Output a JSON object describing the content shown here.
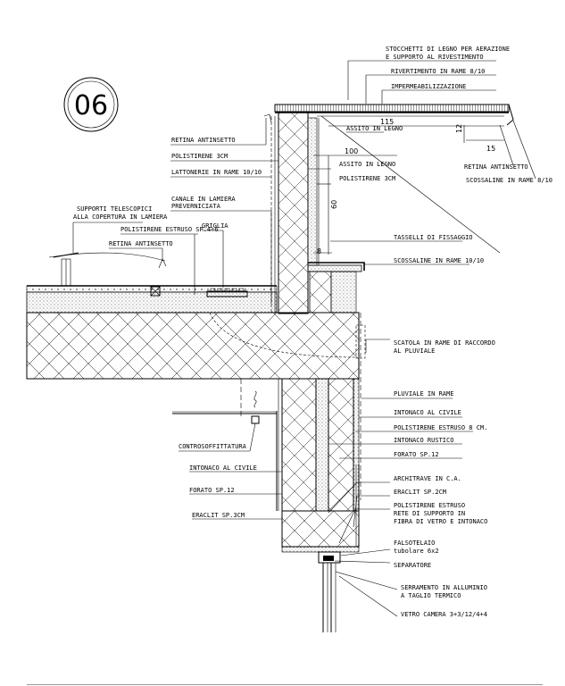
{
  "badge": "06",
  "labels": {
    "stocchetti": "STOCCHETTI DI LEGNO PER AERAZIONE",
    "stocchetti2": "E SUPPORTO AL RIVESTIMENTO",
    "rivestimento": "RIVERTIMENTO IN RAME 8/10",
    "impermeabilizzazione": "IMPERMEABILIZZAZIONE",
    "assito_top": "ASSITO IN LEGNO",
    "retina_top": "RETINA ANTINSETTO",
    "polistirene_3cm_left": "POLISTIRENE  3CM",
    "lattonerie": "LATTONERIE IN RAME 10/10",
    "retina_right": "RETINA ANTINSETTO",
    "scossaline_right": "SCOSSALINE IN RAME 8/10",
    "assito_mid": "ASSITO IN LEGNO",
    "polistirene_mid": "POLISTIRENE 3CM",
    "canale": "CANALE IN LAMIERA",
    "canale2": "PREVERNICIATA",
    "supporti": "SUPPORTI TELESCOPICI",
    "supporti2": "ALLA COPERTURA IN LAMIERA",
    "polistirene_estruso_roof": "POLISTIRENE ESTRUSO SP.4÷6",
    "griglia": "GRIGLIA",
    "retina_roof": "RETINA ANTINSETTO",
    "tasselli": "TASSELLI DI FISSAGGIO",
    "scossaline_10": "SCOSSALINE IN RAME 10/10",
    "scatola": "SCATOLA IN RAME DI RACCORDO",
    "scatola2": "AL PLUVIALE",
    "pluviale": "PLUVIALE IN RAME",
    "intonaco_civile_right": "INTONACO AL CIVILE",
    "polistirene_8": "POLISTIRENE ESTRUSO 8 CM.",
    "intonaco_rustico": "INTONACO RUSTICO",
    "forato_right": "FORATO SP.12",
    "architrave": "ARCHITRAVE IN C.A.",
    "eraclit_2": "ERACLIT SP.2CM",
    "polistirene_rete": "POLISTIRENE ESTRUSO",
    "polistirene_rete2": "RETE DI SUPPORTO IN",
    "polistirene_rete3": "FIBRA DI VETRO E INTONACO",
    "falsotelaio": "FALSOTELAIO",
    "falsotelaio2": "tubolare 6x2",
    "separatore": "SEPARATORE",
    "serramento": "SERRAMENTO IN ALLUMINIO",
    "serramento2": "A TAGLIO TERMICO",
    "vetro": "VETRO CAMERA 3+3/12/4+4",
    "controsoffittatura": "CONTROSOFFITTATURA",
    "intonaco_civile_left": "INTONACO AL CIVILE",
    "forato_left": "FORATO SP.12",
    "eraclit_3": "ERACLIT SP.3CM"
  },
  "dimensions": {
    "d115": "115",
    "d12": "12",
    "d15": "15",
    "d100": "100",
    "d60": "60",
    "d8": "8"
  }
}
